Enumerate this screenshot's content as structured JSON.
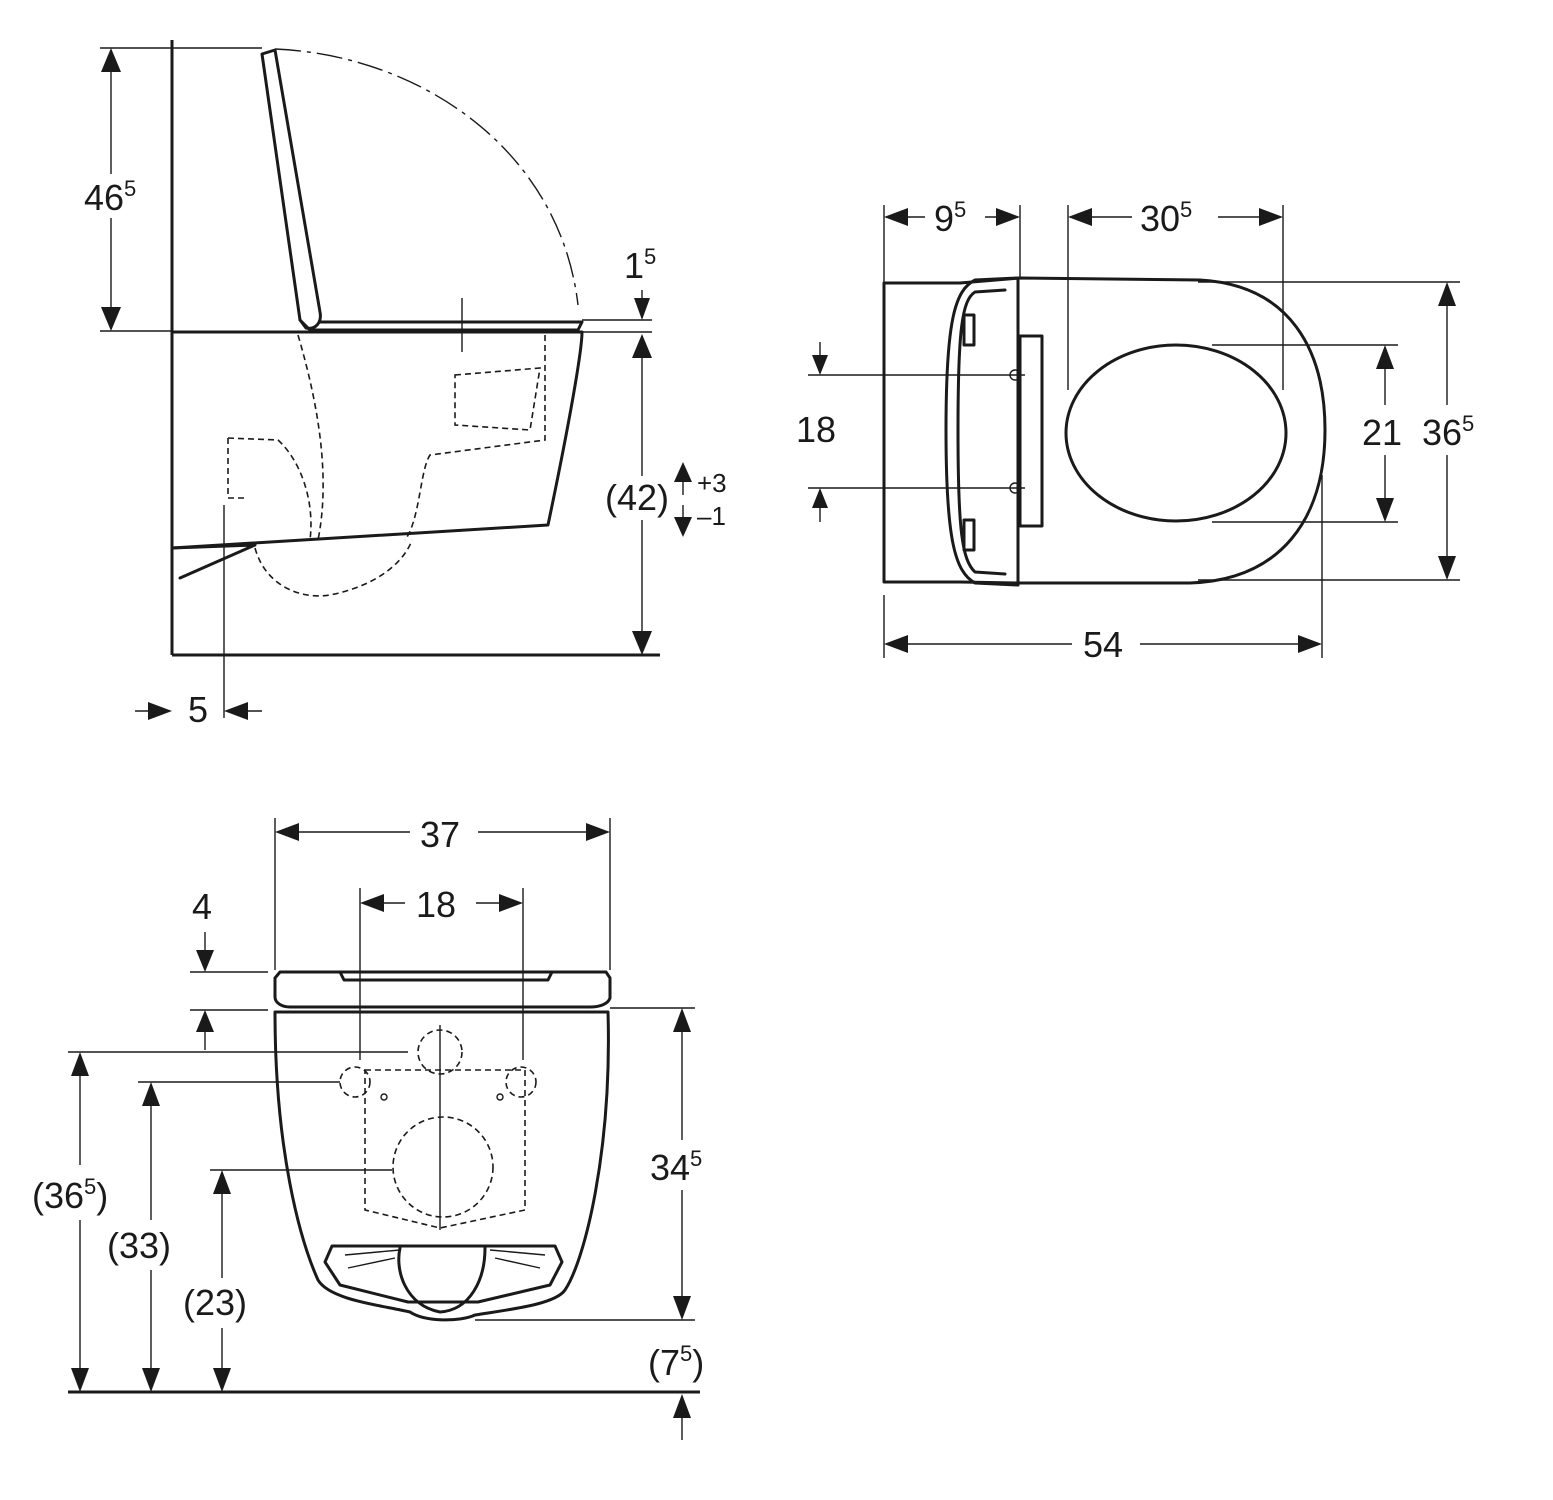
{
  "side_view": {
    "height_above_seat": {
      "main": "46",
      "sup": "5"
    },
    "seat_thickness": {
      "main": "1",
      "sup": "5"
    },
    "seat_height": "(42)",
    "tolerance_plus": "+3",
    "tolerance_minus": "–1",
    "wall_offset": "5"
  },
  "top_view": {
    "mount_depth": {
      "main": "9",
      "sup": "5"
    },
    "opening_length": {
      "main": "30",
      "sup": "5"
    },
    "bolt_spacing": "18",
    "opening_width": "21",
    "total_width": {
      "main": "36",
      "sup": "5"
    },
    "total_length": "54"
  },
  "rear_view": {
    "total_width": "37",
    "bolt_spacing": "18",
    "seat_offset": "4",
    "body_height": {
      "main": "34",
      "sup": "5"
    },
    "height_top": {
      "open": "(36",
      "sup": "5",
      "close": ")"
    },
    "height_bolts": "(33)",
    "height_outlet": "(23)",
    "bottom_clearance": {
      "open": "(7",
      "sup": "5",
      "close": ")"
    }
  }
}
